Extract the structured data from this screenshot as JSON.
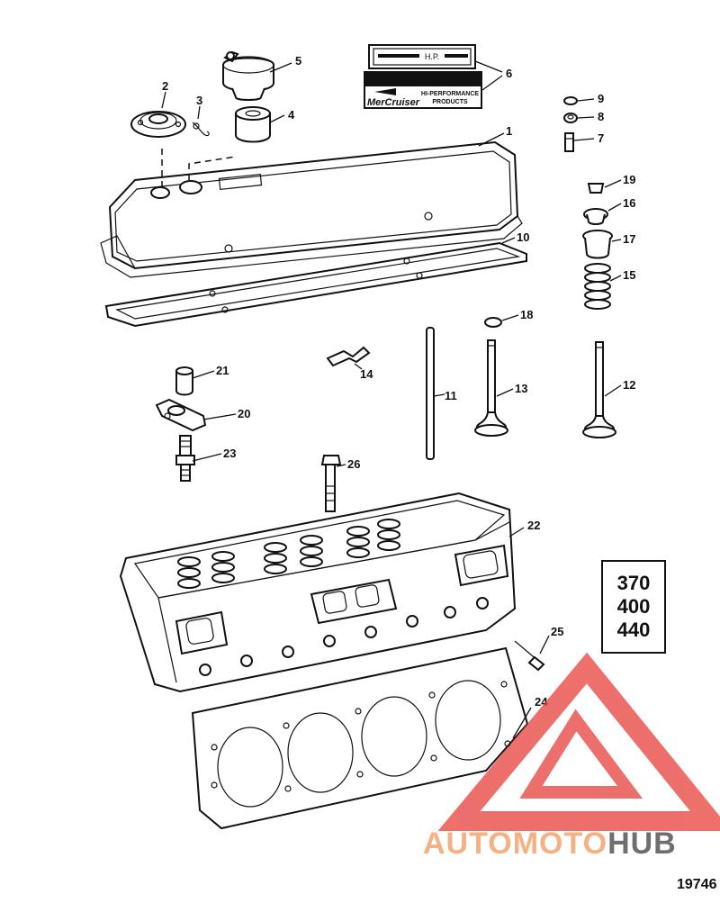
{
  "diagram": {
    "part_labels": {
      "p1": "1",
      "p2": "2",
      "p3": "3",
      "p4": "4",
      "p5": "5",
      "p6": "6",
      "p7": "7",
      "p8": "8",
      "p9": "9",
      "p10": "10",
      "p11": "11",
      "p12": "12",
      "p13": "13",
      "p14": "14",
      "p15": "15",
      "p16": "16",
      "p17": "17",
      "p18": "18",
      "p19": "19",
      "p20": "20",
      "p21": "21",
      "p22": "22",
      "p23": "23",
      "p24": "24",
      "p25": "25",
      "p26": "26"
    },
    "decal_hp": "H.P.",
    "decal_brand": "MerCruiser",
    "decal_tagline_1": "HI-PERFORMANCE",
    "decal_tagline_2": "PRODUCTS",
    "models": [
      "370",
      "400",
      "440"
    ],
    "figure_number": "19746"
  },
  "watermark": {
    "text_part1": "AUTOMOTO",
    "text_part2": "HUB",
    "color_primary": "#f4b183",
    "color_secondary": "#6e6e6e",
    "triangle_color": "#e8403a"
  }
}
